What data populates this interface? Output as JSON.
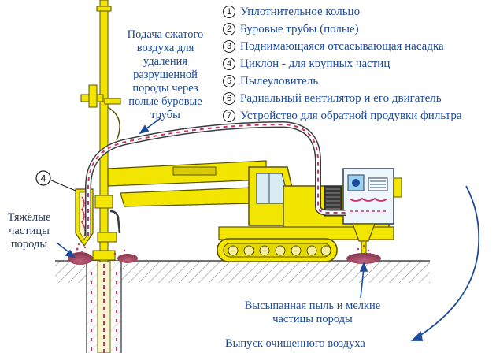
{
  "legend": [
    {
      "num": "1",
      "text": "Уплотнительное кольцо"
    },
    {
      "num": "2",
      "text": "Буровые трубы (полые)"
    },
    {
      "num": "3",
      "text": "Поднимающаяся отсасывающая насадка"
    },
    {
      "num": "4",
      "text": "Циклон - для крупных частиц"
    },
    {
      "num": "5",
      "text": "Пылеуловитель"
    },
    {
      "num": "6",
      "text": "Радиальный вентилятор и его двигатель"
    },
    {
      "num": "7",
      "text": "Устройство для обратной продувки фильтра"
    }
  ],
  "annotations": {
    "air_supply": [
      "Подача сжатого",
      "воздуха для",
      "удаления",
      "разрушенной",
      "породы через",
      "полые буровые",
      "трубы"
    ],
    "heavy_particles": [
      "Тяжёлые",
      "частицы",
      "породы"
    ],
    "spilled_dust": [
      "Высыпанная пыль и мелкие",
      "частицы породы"
    ],
    "clean_air_outlet": "Выпуск очищенного воздуха"
  },
  "callout_number": "4",
  "colors": {
    "machine_yellow": "#f2e600",
    "machine_outline": "#5a5200",
    "text_blue": "#1a4a9a",
    "pipe_red": "#c8326a",
    "dust_pile": "#a8526a"
  }
}
